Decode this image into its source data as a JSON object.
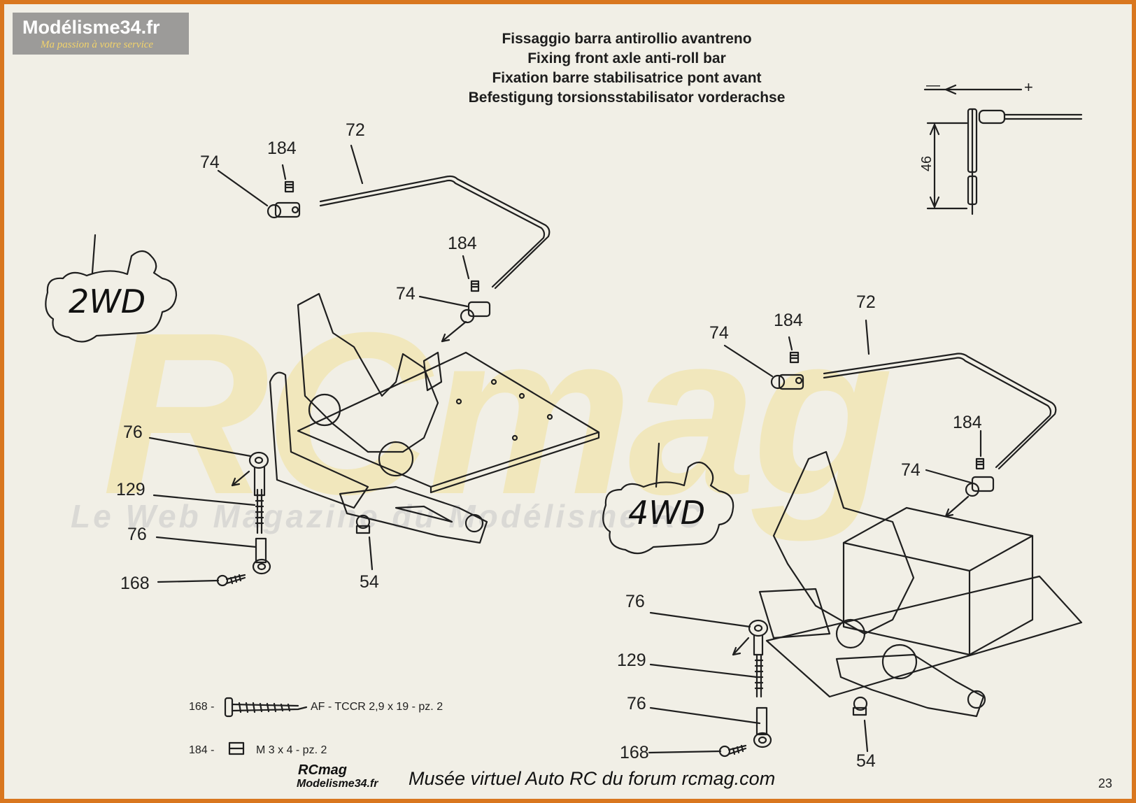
{
  "header": {
    "logo_title": "Modélisme34.fr",
    "logo_subtitle": "Ma passion à votre service",
    "titles": [
      "Fissaggio barra antirollio avantreno",
      "Fixing front axle anti-roll bar",
      "Fixation barre stabilisatrice pont avant",
      "Befestigung torsionsstabilisator vorderachse"
    ]
  },
  "watermark": {
    "big": "RCmag",
    "tagline": "Le Web Magazine du Modélisme RC"
  },
  "diagram_2wd": {
    "tag": "2WD",
    "labels": {
      "a": "72",
      "b": "184",
      "c": "74",
      "d": "184",
      "e": "74",
      "f": "76",
      "g": "129",
      "h": "76",
      "i": "168",
      "j": "54"
    }
  },
  "diagram_4wd": {
    "tag": "4WD",
    "labels": {
      "a": "72",
      "b": "184",
      "c": "74",
      "d": "184",
      "e": "74",
      "f": "76",
      "g": "129",
      "h": "76",
      "i": "168",
      "j": "54"
    }
  },
  "inset": {
    "dimension": "46",
    "minus": "—",
    "plus": "+"
  },
  "legend": [
    {
      "num": "168 -",
      "text": "AF - TCCR 2,9 x 19 - pz. 2"
    },
    {
      "num": "184 -",
      "text": "M 3 x 4 - pz. 2"
    }
  ],
  "footer": {
    "logo_line1": "RCmag",
    "logo_line2": "Modelisme34.fr",
    "caption": "Musée virtuel Auto RC du forum rcmag.com",
    "page_number": "23"
  },
  "colors": {
    "frame": "#d9771f",
    "paper": "#f1efe6",
    "ink": "#1f1f1f"
  }
}
